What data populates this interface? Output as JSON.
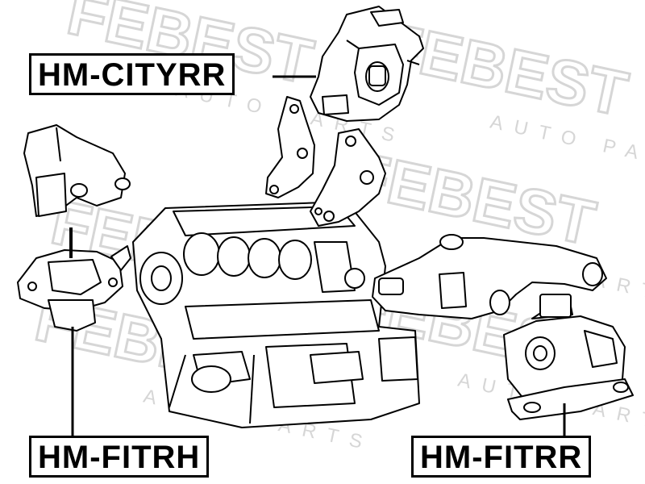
{
  "watermark": {
    "brand": "FEBEST",
    "tagline": "AUTO PARTS",
    "color": "#d6d6d6"
  },
  "labels": {
    "cityrr": "HM-CITYRR",
    "fitrh": "HM-FITRH",
    "fitrr": "HM-FITRR"
  },
  "colors": {
    "line": "#000000",
    "background": "#ffffff"
  }
}
